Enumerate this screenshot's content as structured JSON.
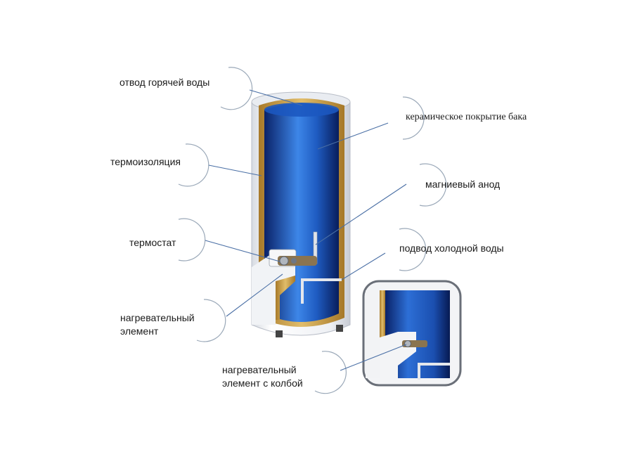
{
  "labels": {
    "hot_water_outlet": "отвод горячей воды",
    "ceramic_coating": "керамическое покрытие бака",
    "insulation": "термоизоляция",
    "magnesium_anode": "магниевый анод",
    "thermostat": "термостат",
    "cold_water_inlet": "подвод холодной воды",
    "heating_element_line1": "нагревательный",
    "heating_element_line2": "элемент",
    "heating_element_flask_line1": "нагревательный",
    "heating_element_flask_line2": "элемент с колбой"
  },
  "colors": {
    "tank_blue_dark": "#0a2a7a",
    "tank_blue_light": "#3b7ee0",
    "insulation_gold": "#c9a04a",
    "shell_white": "#f4f5f7",
    "leader_line": "#4a6fa5",
    "circle_stroke": "#8a9ab0"
  }
}
